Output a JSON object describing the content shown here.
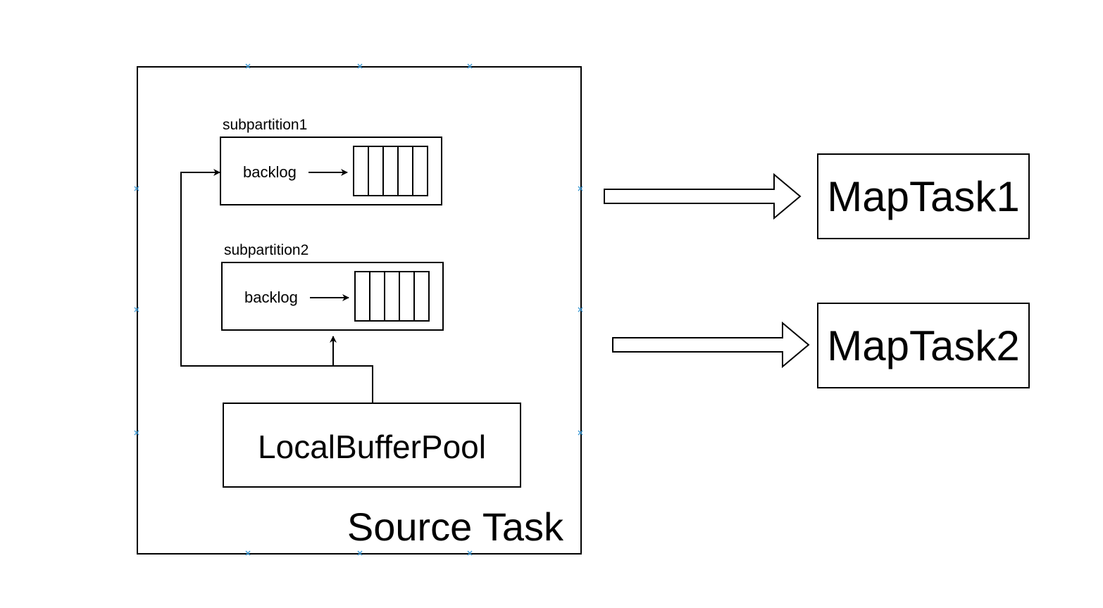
{
  "source_task": {
    "label": "Source Task"
  },
  "subpartitions": [
    {
      "label": "subpartition1",
      "backlog_label": "backlog"
    },
    {
      "label": "subpartition2",
      "backlog_label": "backlog"
    }
  ],
  "buffer_pool": {
    "label": "LocalBufferPool"
  },
  "map_tasks": [
    {
      "label": "MapTask1"
    },
    {
      "label": "MapTask2"
    }
  ],
  "colors": {
    "line": "#000000",
    "selection_handle": "#3b97d3",
    "background": "#ffffff"
  }
}
